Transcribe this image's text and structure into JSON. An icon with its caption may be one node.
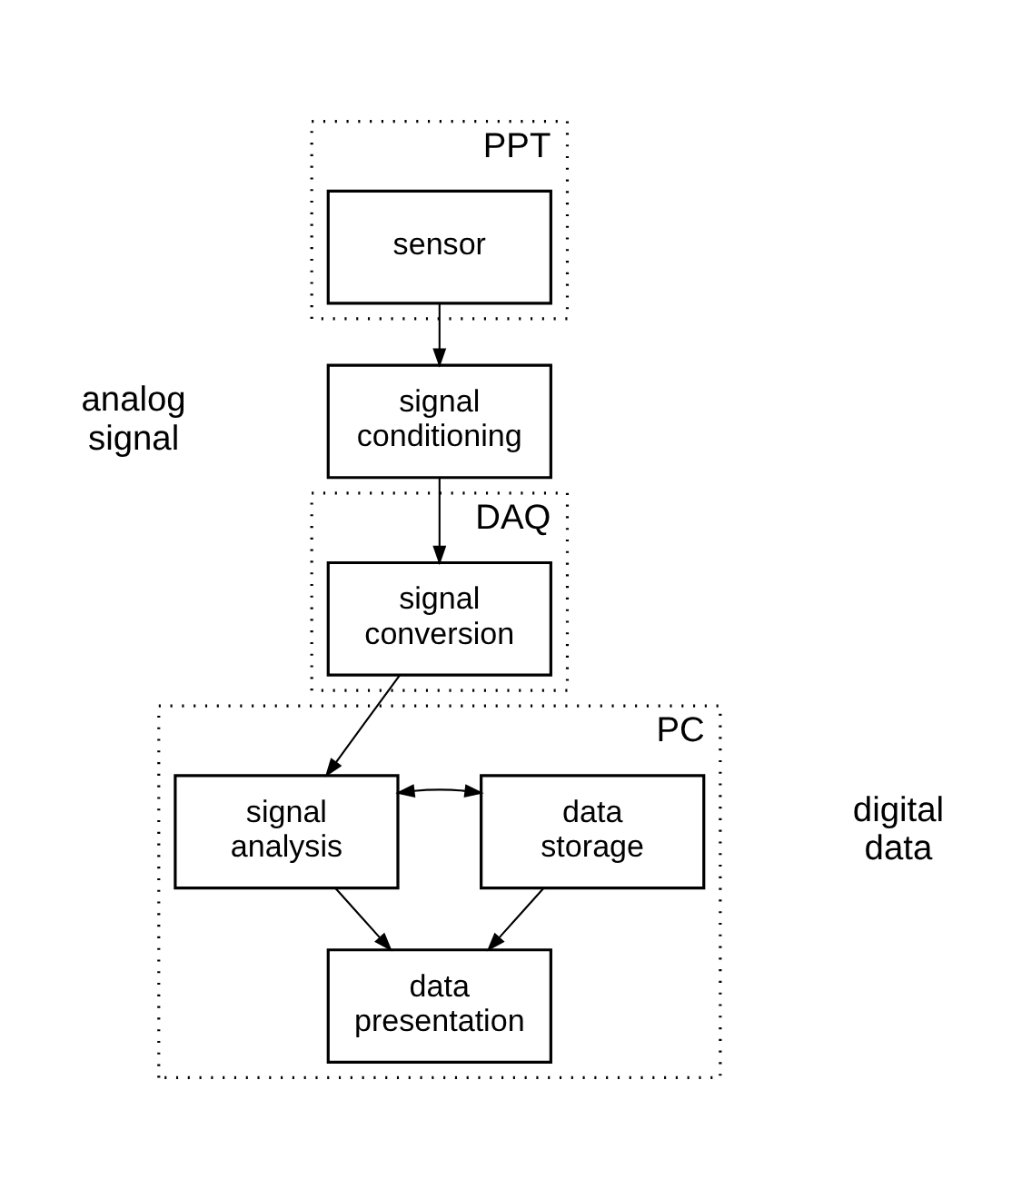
{
  "diagram": {
    "nodes": [
      {
        "text": [
          "PPT"
        ]
      },
      {
        "text": [
          "sensor"
        ],
        "in": 0
      },
      {
        "text": [
          "signal conditioning"
        ]
      },
      {
        "text": [
          "DAQ"
        ]
      },
      {
        "text": [
          "signal conversion"
        ],
        "in": 3
      },
      {
        "text": [
          "PC"
        ]
      },
      {
        "text": [
          "signal analysis"
        ],
        "in": 5
      },
      {
        "text": [
          "data storage"
        ],
        "in": 5
      },
      {
        "text": [
          "data presentation"
        ],
        "in": 5
      }
    ],
    "edges": [
      {
        "from": 1,
        "to": 2,
        "arrow": "to"
      },
      {
        "from": 2,
        "to": 4,
        "arrow": "to"
      },
      {
        "from": 4,
        "to": 6,
        "arrow": "to"
      },
      {
        "from": 6,
        "to": 7,
        "arrow": "both"
      },
      {
        "from": 6,
        "to": 8,
        "arrow": "to"
      },
      {
        "from": 7,
        "to": 8,
        "arrow": "to"
      }
    ],
    "labels": [
      "analog signal",
      "digital data"
    ]
  }
}
